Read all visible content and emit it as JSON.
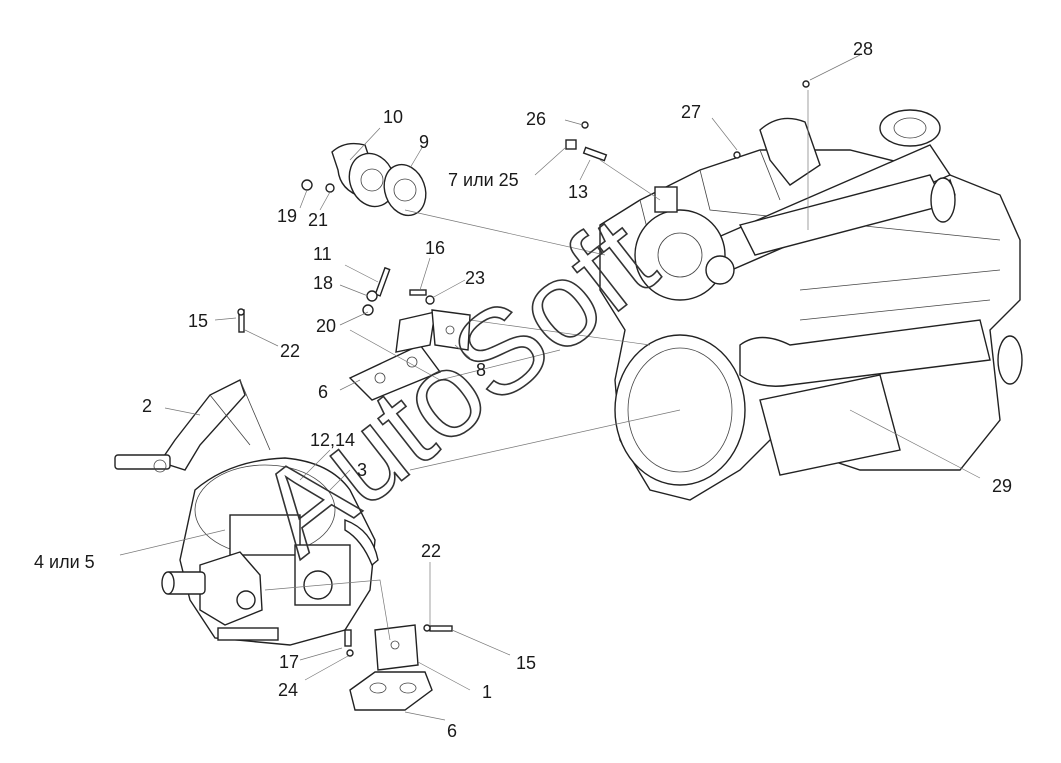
{
  "labels": {
    "l1": "1",
    "l2": "2",
    "l3": "3",
    "l4_5": "4 или 5",
    "l6a": "6",
    "l6b": "6",
    "l7_25": "7 или 25",
    "l8": "8",
    "l9": "9",
    "l10": "10",
    "l11": "11",
    "l12_14": "12,14",
    "l13": "13",
    "l15a": "15",
    "l15b": "15",
    "l16": "16",
    "l17": "17",
    "l18": "18",
    "l19": "19",
    "l20": "20",
    "l21": "21",
    "l22a": "22",
    "l22b": "22",
    "l23": "23",
    "l24": "24",
    "l26": "26",
    "l27": "27",
    "l28": "28",
    "l29": "29"
  },
  "watermark": "AutoSoft"
}
